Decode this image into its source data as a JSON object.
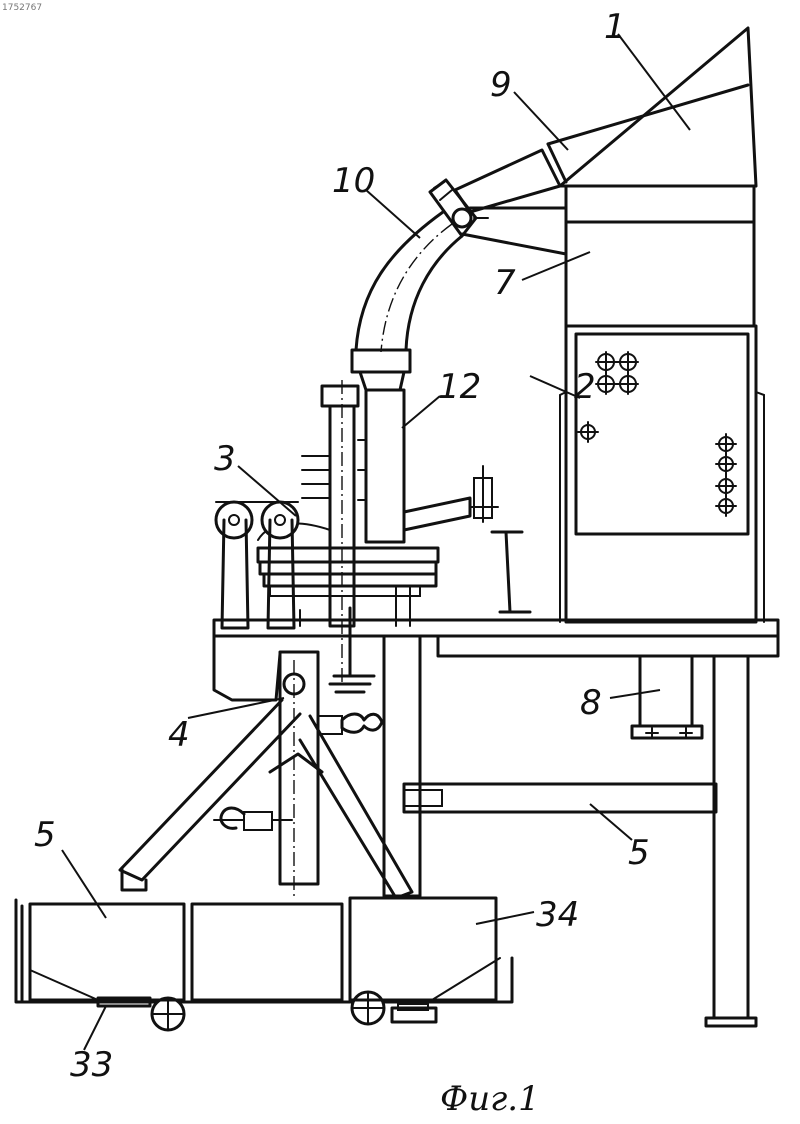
{
  "document_id": "1752767",
  "figure_caption": "Фиг.1",
  "reference_labels": [
    {
      "key": "hopper",
      "text": "1"
    },
    {
      "key": "cabinet",
      "text": "2"
    },
    {
      "key": "rotor-assembly",
      "text": "3"
    },
    {
      "key": "support-column",
      "text": "4"
    },
    {
      "key": "frame-beam",
      "text": "5"
    },
    {
      "key": "container-left",
      "text": "5"
    },
    {
      "key": "housing",
      "text": "7"
    },
    {
      "key": "drive-unit",
      "text": "8"
    },
    {
      "key": "chute",
      "text": "9"
    },
    {
      "key": "feed-pipe",
      "text": "10"
    },
    {
      "key": "dispenser",
      "text": "12"
    },
    {
      "key": "cart",
      "text": "33"
    },
    {
      "key": "container",
      "text": "34"
    }
  ]
}
